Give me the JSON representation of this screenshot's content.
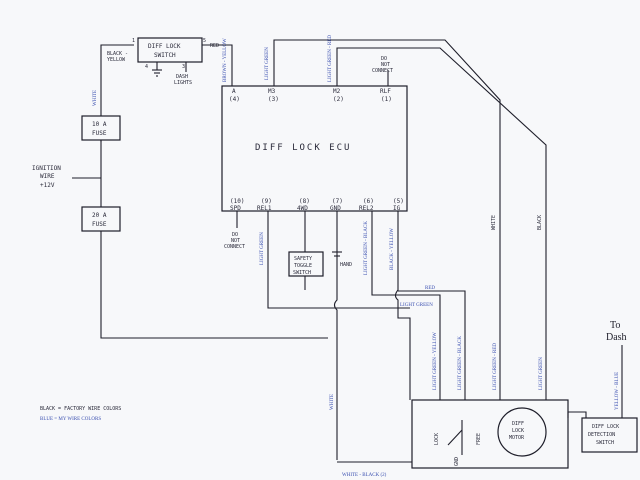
{
  "ecu": {
    "title": "DIFF LOCK ECU",
    "top_pins": [
      {
        "name": "A",
        "num": "(4)"
      },
      {
        "name": "M3",
        "num": "(3)"
      },
      {
        "name": "M2",
        "num": "(2)"
      },
      {
        "name": "RLF",
        "num": "(1)"
      }
    ],
    "bottom_pins": [
      {
        "name": "SPD",
        "num": "(10)"
      },
      {
        "name": "REL1",
        "num": "(9)"
      },
      {
        "name": "4WD",
        "num": "(8)"
      },
      {
        "name": "GND",
        "num": "(7)"
      },
      {
        "name": "REL2",
        "num": "(6)"
      },
      {
        "name": "IG",
        "num": "(5)"
      }
    ]
  },
  "switch": {
    "title_line1": "DIFF LOCK",
    "title_line2": "SWITCH",
    "pin_left": "1",
    "pin_right": "5",
    "pin_b1": "4",
    "pin_b2": "3",
    "dash_lights_1": "DASH",
    "dash_lights_2": "LIGHTS",
    "wire_bw_1": "BLACK -",
    "wire_bw_2": "YELLOW",
    "wire_right": "RED"
  },
  "fuses": {
    "f1_line1": "10 A",
    "f1_line2": "FUSE",
    "f2_line1": "20 A",
    "f2_line1b": "",
    "f2_line2": "FUSE"
  },
  "ignition": {
    "line1": "IGNITION",
    "line2": "WIRE",
    "line3": "+12V"
  },
  "do_not_connect_top": {
    "line1": "DO",
    "line2": "NOT",
    "line3": "CONNECT"
  },
  "do_not_connect_bottom": {
    "line1": "DO",
    "line2": "NOT",
    "line3": "CONNECT"
  },
  "safety": {
    "line1": "SAFETY",
    "line2": "TOGGLE",
    "line3": "SWITCH",
    "hand": "HAND"
  },
  "motor": {
    "line1": "DIFF",
    "line2": "LOCK",
    "line3": "MOTOR",
    "lock": "LOCK",
    "free": "FREE",
    "gnd": "GND"
  },
  "detection": {
    "line1": "DIFF LOCK",
    "line2": "DETECTION",
    "line3": "SWITCH"
  },
  "to_dash": {
    "line1": "To",
    "line2": "Dash"
  },
  "legend": {
    "line1": "BLACK = FACTORY WIRE COLORS",
    "line2": "BLUE = MY WIRE COLORS"
  },
  "wire_labels": {
    "white_left": "WHITE",
    "brown_yellow": "BROWN - YELLOW",
    "light_green_top": "LIGHT GREEN",
    "light_green_red": "LIGHT GREEN - RED",
    "white_right": "WHITE",
    "black_right": "BLACK",
    "light_green_bot": "LIGHT GREEN",
    "light_green_black": "LIGHT GREEN - BLACK",
    "black_yellow": "BLACK - YELLOW",
    "red_mid": "RED",
    "light_green_mid": "LIGHT GREEN",
    "white_mid": "WHITE",
    "lg_yellow": "LIGHT GREEN - YELLOW",
    "lg_black": "LIGHT GREEN - BLACK",
    "lg_red": "LIGHT GREEN - RED",
    "lg_right": "LIGHT GREEN",
    "yellow_blue": "YELLOW - BLUE",
    "white_black": "WHITE - BLACK (2)"
  }
}
